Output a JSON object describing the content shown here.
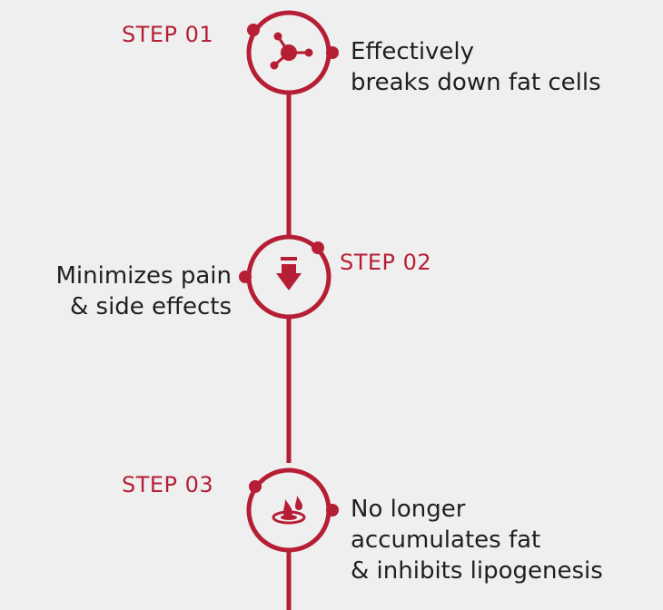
{
  "colors": {
    "accent": "#b51e34",
    "background": "#efefef",
    "text": "#1f1f1f"
  },
  "steps": [
    {
      "label": "STEP 01",
      "icon": "molecule-icon",
      "lines": [
        "Effectively",
        "breaks down fat cells"
      ]
    },
    {
      "label": "STEP 02",
      "icon": "arrow-down-icon",
      "lines": [
        "Minimizes pain",
        "& side effects"
      ]
    },
    {
      "label": "STEP 03",
      "icon": "droplets-ripple-icon",
      "lines": [
        "No longer",
        "accumulates fat",
        "& inhibits lipogenesis"
      ]
    }
  ]
}
